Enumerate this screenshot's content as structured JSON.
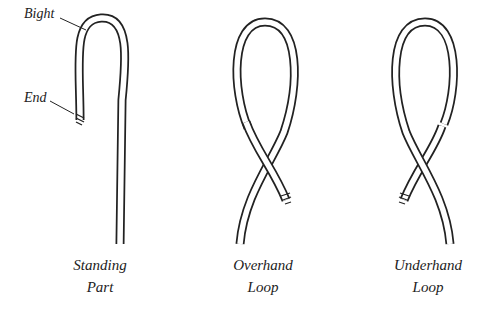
{
  "diagram": {
    "labels": [
      "Bight",
      "End",
      "Standing Part",
      "Overhand Loop",
      "Underhand Loop"
    ]
  }
}
